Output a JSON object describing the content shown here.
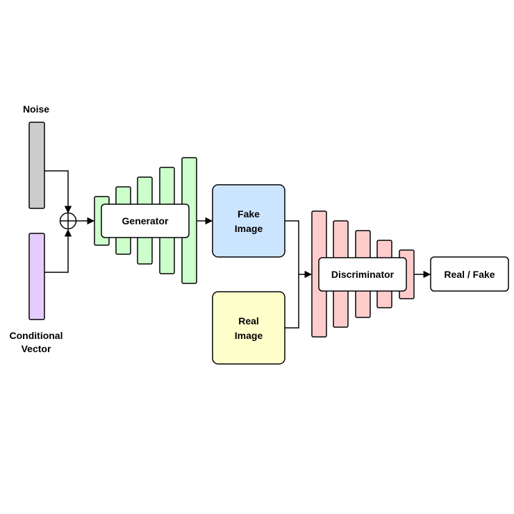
{
  "labels": {
    "noise": "Noise",
    "conditional_line1": "Conditional",
    "conditional_line2": "Vector",
    "generator": "Generator",
    "fake_line1": "Fake",
    "fake_line2": "Image",
    "real_line1": "Real",
    "real_line2": "Image",
    "discriminator": "Discriminator",
    "output": "Real / Fake"
  },
  "colors": {
    "noise": "#cccccc",
    "conditional": "#e5ccff",
    "generator": "#ccffcc",
    "fake_image": "#cce5ff",
    "real_image": "#ffffcc",
    "discriminator": "#ffcccc",
    "stroke": "#000000"
  }
}
